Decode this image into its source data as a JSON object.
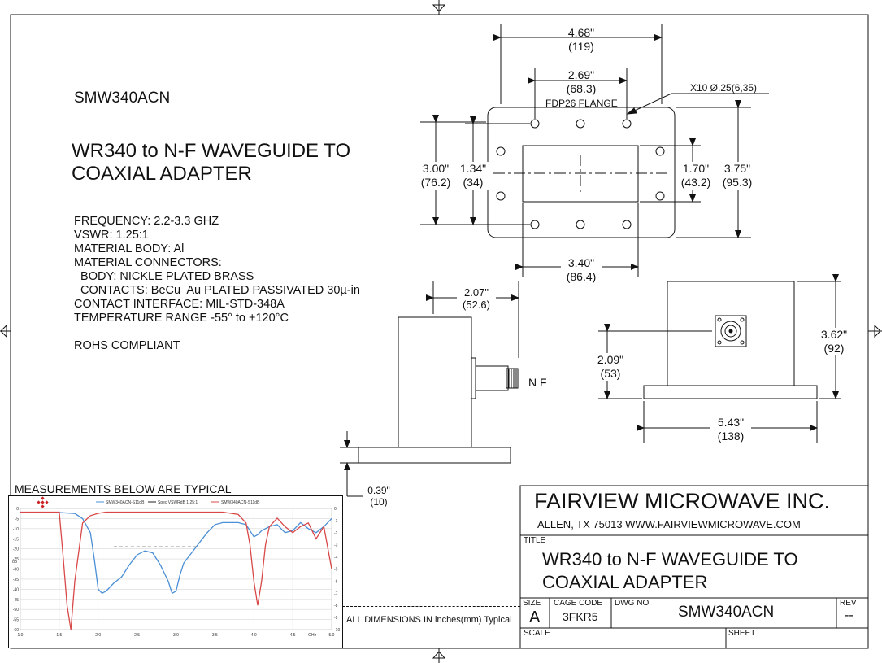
{
  "part_number": "SMW340ACN",
  "heading": {
    "line1": "WR340 to N-F WAVEGUIDE TO",
    "line2": "COAXIAL ADAPTER"
  },
  "specs": [
    "FREQUENCY: 2.2-3.3 GHZ",
    "VSWR: 1.25:1",
    "MATERIAL BODY: Al",
    "MATERIAL CONNECTORS:",
    "  BODY: NICKLE PLATED BRASS",
    "  CONTACTS: BeCu  Au PLATED PASSIVATED 30µ-in",
    "CONTACT INTERFACE: MIL-STD-348A",
    "TEMPERATURE RANGE -55° to +120°C",
    "",
    "ROHS COMPLIANT"
  ],
  "dims": {
    "overall_width": {
      "in": "4.68\"",
      "mm": "(119)"
    },
    "flange_inner": {
      "in": "2.69\"",
      "mm": "(68.3)"
    },
    "flange_label": "FDP26 FLANGE",
    "holes": "X10 Ø.25(6,35)",
    "overall_height": {
      "in": "3.00\"",
      "mm": "(76.2)"
    },
    "hole_height": {
      "in": "1.34\"",
      "mm": "(34)"
    },
    "aperture_height": {
      "in": "1.70\"",
      "mm": "(43.2)"
    },
    "flange_height": {
      "in": "3.75\"",
      "mm": "(95.3)"
    },
    "aperture_width": {
      "in": "3.40\"",
      "mm": "(86.4)"
    },
    "side_depth": {
      "in": "2.07\"",
      "mm": "(52.6)"
    },
    "front_height": {
      "in": "3.62\"",
      "mm": "(92)"
    },
    "connector_height": {
      "in": "2.09\"",
      "mm": "(53)"
    },
    "base_width": {
      "in": "5.43\"",
      "mm": "(138)"
    },
    "flange_thickness": {
      "in": "0.39\"",
      "mm": "(10)"
    },
    "connector_label": "N F"
  },
  "measurements_caption": "MEASUREMENTS BELOW ARE TYPICAL",
  "all_dims_note": "ALL DIMENSIONS IN inches(mm) Typical",
  "title_block": {
    "company": "FAIRVIEW MICROWAVE INC.",
    "address": "ALLEN, TX 75013  WWW.FAIRVIEWMICROWAVE.COM",
    "title_label": "TITLE",
    "title_line1": "WR340 to N-F WAVEGUIDE TO",
    "title_line2": "COAXIAL ADAPTER",
    "size_label": "SIZE",
    "size_value": "A",
    "cage_label": "CAGE CODE",
    "cage_value": "3FKR5",
    "dwg_label": "DWG NO",
    "dwg_value": "SMW340ACN",
    "rev_label": "REV",
    "rev_value": "--",
    "scale_label": "SCALE",
    "sheet_label": "SHEET"
  },
  "chart_data": {
    "type": "line",
    "title": "",
    "xlabel": "GHz",
    "ylabel": "dB",
    "xlim": [
      1.0,
      5.0
    ],
    "ylim": [
      -60,
      0
    ],
    "y2lim": [
      -10,
      0
    ],
    "x_ticks": [
      "1.0",
      "1.5",
      "2.0",
      "2.5",
      "3.0",
      "3.5",
      "4.0",
      "4.5",
      "5.0"
    ],
    "y_ticks": [
      "0",
      "-5",
      "-10",
      "-15",
      "-20",
      "-25",
      "-30",
      "-35",
      "-40",
      "-45",
      "-50",
      "-55",
      "-60"
    ],
    "y2_ticks": [
      "0",
      "-1",
      "-2",
      "-3",
      "-4",
      "-5",
      "-6",
      "-7",
      "-8",
      "-9",
      "-10"
    ],
    "grid": true,
    "legend": "top",
    "colors": {
      "s11": "#4a8fd6",
      "spec": "#222222",
      "s11_right": "#d94848"
    },
    "series": [
      {
        "name": "SMW340ACN-S11dB",
        "axis": "left",
        "x": [
          1.0,
          1.5,
          1.7,
          1.8,
          1.9,
          1.95,
          2.0,
          2.05,
          2.1,
          2.2,
          2.3,
          2.4,
          2.5,
          2.6,
          2.7,
          2.8,
          2.9,
          2.95,
          3.0,
          3.05,
          3.1,
          3.2,
          3.3,
          3.4,
          3.5,
          3.6,
          3.7,
          3.8,
          3.9,
          4.0,
          4.05,
          4.1,
          4.2,
          4.3,
          4.4,
          4.5,
          4.6,
          4.7,
          4.8,
          4.9,
          5.0
        ],
        "values": [
          -2,
          -2,
          -2.5,
          -5,
          -12,
          -25,
          -40,
          -42,
          -41,
          -37,
          -34,
          -28,
          -23,
          -21,
          -22,
          -28,
          -36,
          -42,
          -41,
          -33,
          -27,
          -22,
          -17,
          -12,
          -8,
          -7,
          -7,
          -7,
          -8,
          -14,
          -13,
          -11,
          -9,
          -8,
          -12,
          -11,
          -7,
          -10,
          -12,
          -9,
          -5
        ]
      },
      {
        "name": "Spec VSWRdB 1.25:1",
        "axis": "left",
        "x": [
          2.2,
          3.3
        ],
        "values": [
          -19,
          -19
        ]
      },
      {
        "name": "SMW340ACN-S11dB",
        "axis": "right",
        "x": [
          1.0,
          1.5,
          1.55,
          1.6,
          1.65,
          1.7,
          1.8,
          1.9,
          2.0,
          2.1,
          2.2,
          2.4,
          2.6,
          2.8,
          3.0,
          3.2,
          3.4,
          3.6,
          3.8,
          3.9,
          3.95,
          4.0,
          4.05,
          4.1,
          4.15,
          4.2,
          4.3,
          4.4,
          4.5,
          4.6,
          4.7,
          4.8,
          4.9,
          5.0
        ],
        "values": [
          -0.3,
          -0.3,
          -4,
          -8,
          -10,
          -6,
          -1.2,
          -0.6,
          -0.4,
          -0.3,
          -0.3,
          -0.3,
          -0.3,
          -0.3,
          -0.3,
          -0.3,
          -0.3,
          -0.3,
          -0.5,
          -1.2,
          -3,
          -6,
          -8,
          -6,
          -3,
          -1.5,
          -0.8,
          -1.5,
          -2,
          -1.5,
          -1.2,
          -2.5,
          -1.5,
          -5
        ]
      }
    ]
  }
}
